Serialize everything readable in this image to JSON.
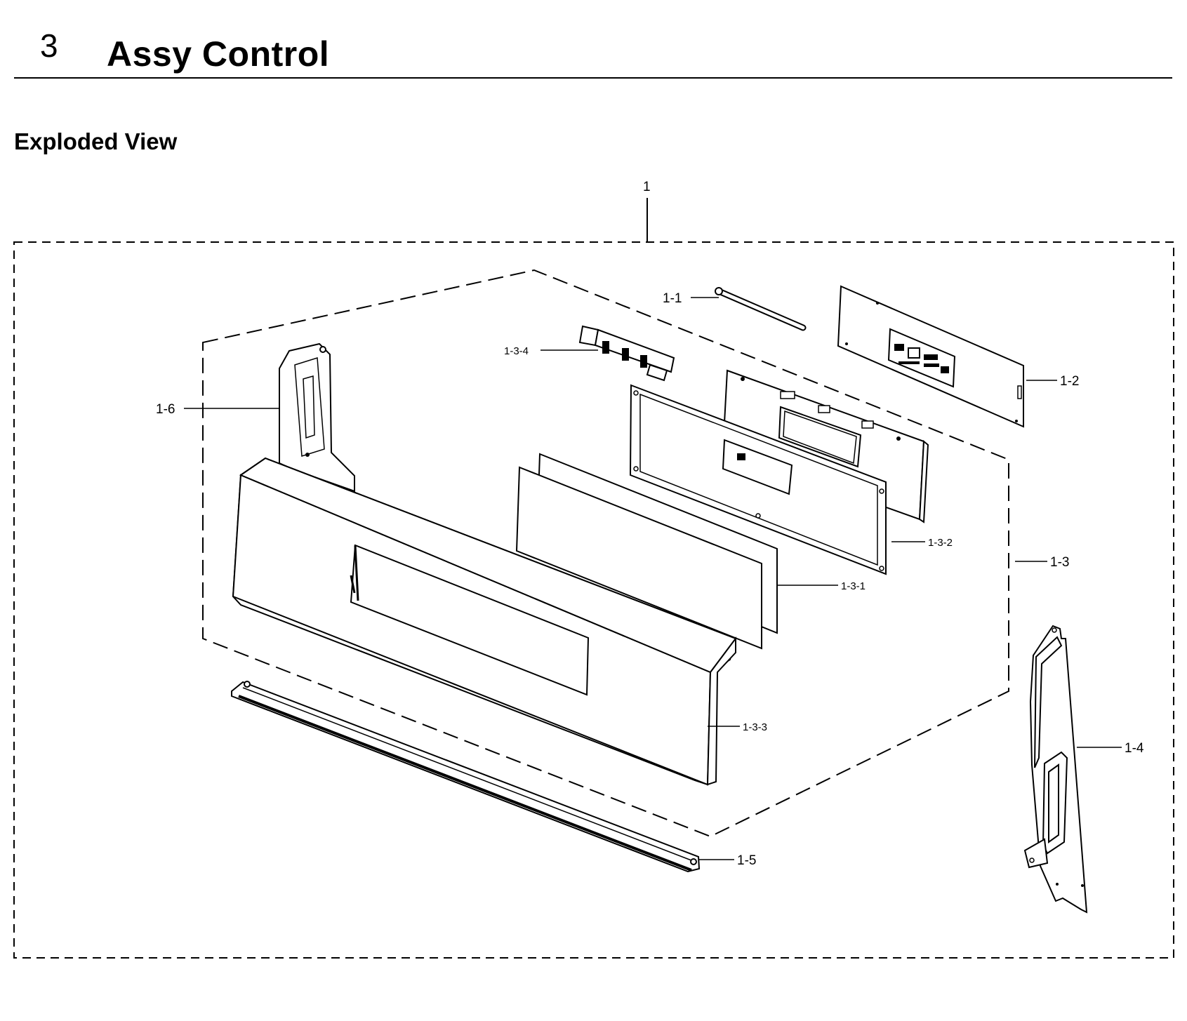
{
  "header": {
    "section_number": "3",
    "title": "Assy Control",
    "subtitle": "Exploded View"
  },
  "callouts": {
    "assembly": "1",
    "c1_1": "1-1",
    "c1_2": "1-2",
    "c1_3": "1-3",
    "c1_3_1": "1-3-1",
    "c1_3_2": "1-3-2",
    "c1_3_3": "1-3-3",
    "c1_3_4": "1-3-4",
    "c1_4": "1-4",
    "c1_5": "1-5",
    "c1_6": "1-6"
  }
}
